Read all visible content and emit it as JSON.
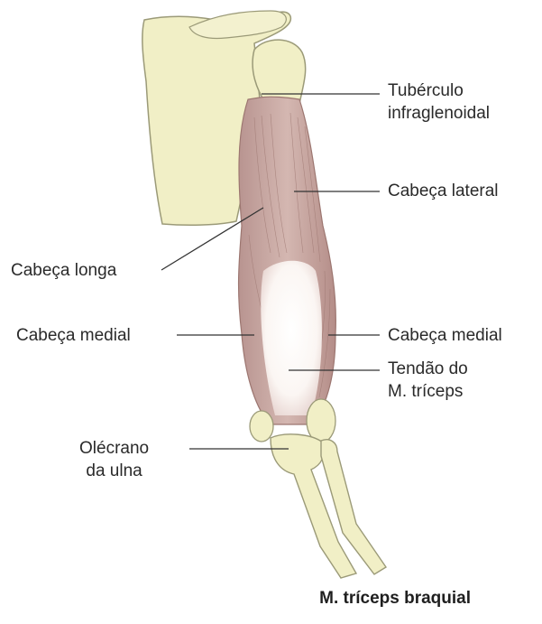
{
  "title": "M. tríceps braquial",
  "labels": {
    "tuberculo_line1": "Tubérculo",
    "tuberculo_line2": "infraglenoidal",
    "cabeca_lateral": "Cabeça lateral",
    "cabeca_longa": "Cabeça longa",
    "cabeca_medial_left": "Cabeça medial",
    "cabeca_medial_right": "Cabeça medial",
    "tendao_line1": "Tendão do",
    "tendao_line2": "M. tríceps",
    "olecrano_line1": "Olécrano",
    "olecrano_line2": "da ulna"
  },
  "colors": {
    "bone": "#f1efc6",
    "bone_outline": "#9b9a78",
    "muscle": "#c9a9a3",
    "muscle_dark": "#9c7670",
    "tendon": "#fbf7f3",
    "leader_line": "#333333"
  }
}
